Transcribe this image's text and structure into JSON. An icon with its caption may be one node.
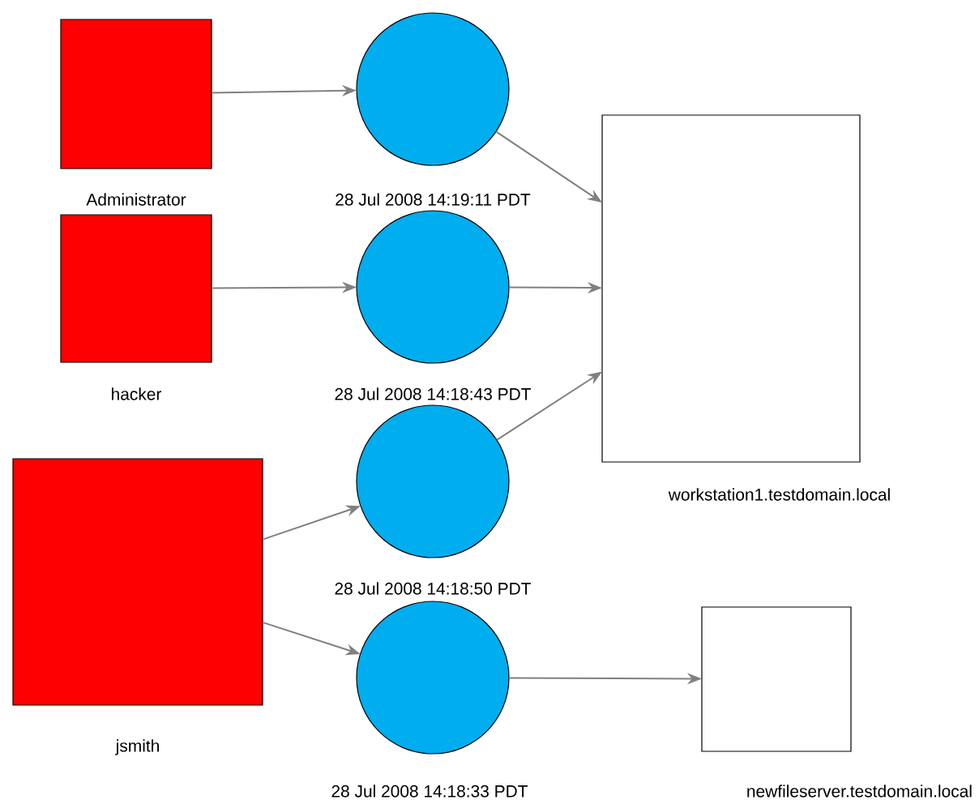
{
  "diagram": {
    "nodes": [
      {
        "text": [
          "Administrator"
        ]
      },
      {
        "text": [
          "hacker"
        ]
      },
      {
        "text": [
          "jsmith"
        ]
      },
      {
        "text": [
          "28 Jul 2008 14:19:11 PDT"
        ]
      },
      {
        "text": [
          "28 Jul 2008 14:18:43 PDT"
        ]
      },
      {
        "text": [
          "28 Jul 2008 14:18:50 PDT"
        ]
      },
      {
        "text": [
          "28 Jul 2008 14:18:33 PDT"
        ]
      },
      {
        "text": [
          "workstation1.testdomain.local"
        ]
      },
      {
        "text": [
          "newfileserver.testdomain.local"
        ]
      }
    ],
    "edges": [
      {
        "from": 0,
        "to": 3,
        "arrow": "to"
      },
      {
        "from": 1,
        "to": 4,
        "arrow": "to"
      },
      {
        "from": 2,
        "to": 5,
        "arrow": "to"
      },
      {
        "from": 2,
        "to": 6,
        "arrow": "to"
      },
      {
        "from": 3,
        "to": 7,
        "arrow": "to"
      },
      {
        "from": 4,
        "to": 7,
        "arrow": "to"
      },
      {
        "from": 5,
        "to": 7,
        "arrow": "to"
      },
      {
        "from": 6,
        "to": 8,
        "arrow": "to"
      }
    ]
  }
}
